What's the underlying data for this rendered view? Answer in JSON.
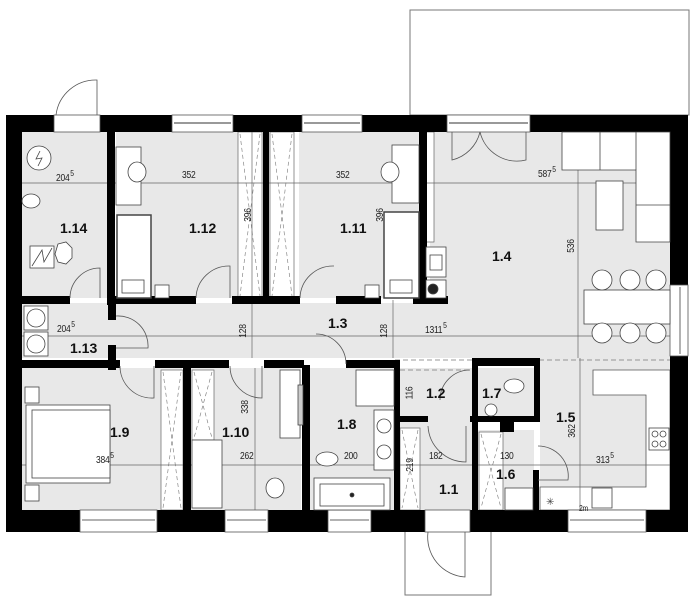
{
  "plan": {
    "colors": {
      "wall": "#000000",
      "floor": "#e8e8e8",
      "line": "#555555",
      "background": "#ffffff"
    },
    "rooms": [
      {
        "id": "1.1",
        "label": "1.1",
        "dims": [
          {
            "value": "182",
            "sup": "",
            "orient": "h"
          },
          {
            "value": "219",
            "sup": "",
            "orient": "v"
          }
        ]
      },
      {
        "id": "1.2",
        "label": "1.2",
        "dims": [
          {
            "value": "116",
            "sup": "",
            "orient": "v"
          }
        ]
      },
      {
        "id": "1.3",
        "label": "1.3",
        "dims": [
          {
            "value": "1311",
            "sup": "5",
            "orient": "h"
          },
          {
            "value": "128",
            "sup": "",
            "orient": "v"
          },
          {
            "value": "128",
            "sup": "",
            "orient": "v"
          }
        ]
      },
      {
        "id": "1.4",
        "label": "1.4",
        "dims": [
          {
            "value": "587",
            "sup": "5",
            "orient": "h"
          },
          {
            "value": "536",
            "sup": "",
            "orient": "v"
          }
        ]
      },
      {
        "id": "1.5",
        "label": "1.5",
        "dims": [
          {
            "value": "313",
            "sup": "5",
            "orient": "h"
          },
          {
            "value": "362",
            "sup": "",
            "orient": "v"
          }
        ]
      },
      {
        "id": "1.6",
        "label": "1.6",
        "dims": [
          {
            "value": "130",
            "sup": "",
            "orient": "h"
          }
        ]
      },
      {
        "id": "1.7",
        "label": "1.7",
        "dims": []
      },
      {
        "id": "1.8",
        "label": "1.8",
        "dims": [
          {
            "value": "200",
            "sup": "",
            "orient": "h"
          }
        ]
      },
      {
        "id": "1.9",
        "label": "1.9",
        "dims": [
          {
            "value": "384",
            "sup": "5",
            "orient": "h"
          }
        ]
      },
      {
        "id": "1.10",
        "label": "1.10",
        "dims": [
          {
            "value": "262",
            "sup": "",
            "orient": "h"
          },
          {
            "value": "338",
            "sup": "",
            "orient": "v"
          }
        ]
      },
      {
        "id": "1.11",
        "label": "1.11",
        "dims": [
          {
            "value": "352",
            "sup": "",
            "orient": "h"
          },
          {
            "value": "396",
            "sup": "",
            "orient": "v"
          }
        ]
      },
      {
        "id": "1.12",
        "label": "1.12",
        "dims": [
          {
            "value": "352",
            "sup": "",
            "orient": "h"
          },
          {
            "value": "396",
            "sup": "",
            "orient": "v"
          }
        ]
      },
      {
        "id": "1.13",
        "label": "1.13",
        "dims": [
          {
            "value": "204",
            "sup": "5",
            "orient": "h"
          }
        ]
      },
      {
        "id": "1.14",
        "label": "1.14",
        "dims": [
          {
            "value": "204",
            "sup": "5",
            "orient": "h"
          }
        ]
      }
    ],
    "annotations": {
      "kitchen_small_mark": "2m"
    },
    "icons": [
      "electrical-panel-icon",
      "boiler-icon",
      "washing-machine-icon",
      "dryer-icon",
      "toilet-icon",
      "sink-icon",
      "bathtub-icon",
      "shower-icon",
      "bed-icon",
      "desk-chair-icon",
      "sofa-icon",
      "armchair-icon",
      "dining-table-icon",
      "dining-chair-icon",
      "stove-icon",
      "fridge-icon",
      "oven-icon",
      "wardrobe-icon",
      "door-swing-icon",
      "window-icon",
      "terrace-outline"
    ]
  }
}
